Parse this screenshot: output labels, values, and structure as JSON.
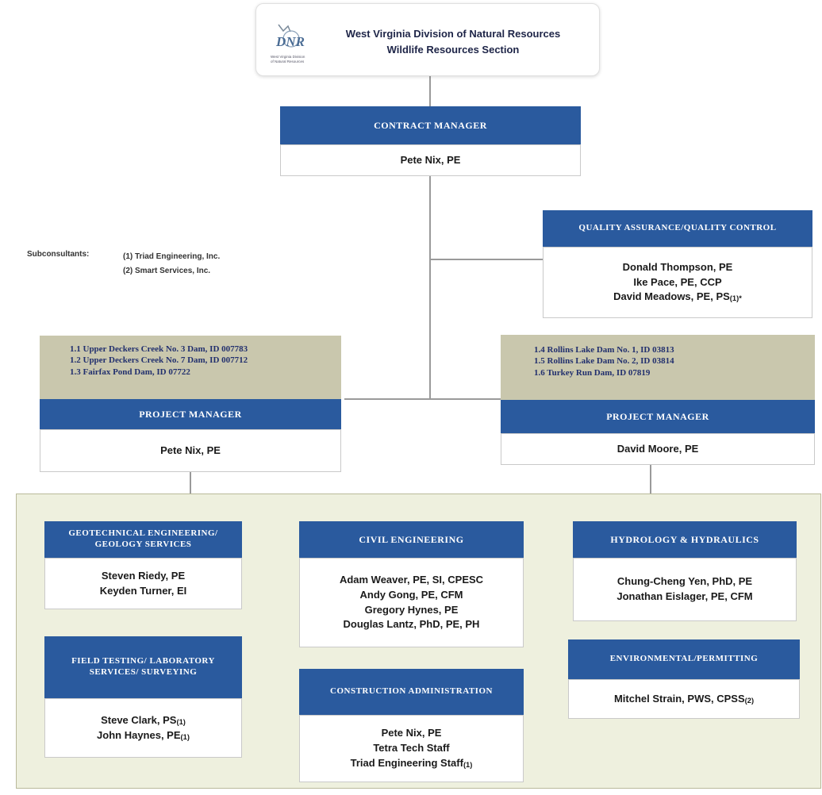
{
  "header": {
    "logo_text": "DNR",
    "logo_caption": "West Virginia Division of Natural Resources",
    "line1": "West Virginia Division of Natural Resources",
    "line2": "Wildlife Resources Section"
  },
  "contract_manager": {
    "title": "CONTRACT MANAGER",
    "people": [
      "Pete Nix, PE"
    ]
  },
  "qa_qc": {
    "title": "QUALITY ASSURANCE/QUALITY CONTROL",
    "people": [
      "Donald Thompson, PE",
      "Ike Pace, PE, CCP",
      "David Meadows, PE, PS"
    ],
    "people_note": {
      "2": "(1)*"
    }
  },
  "subconsultants": {
    "label": "Subconsultants:",
    "items": [
      "(1) Triad Engineering, Inc.",
      "(2) Smart Services, Inc."
    ]
  },
  "project_left": {
    "dams": [
      "1.1 Upper Deckers Creek No. 3 Dam, ID 007783",
      "1.2 Upper Deckers Creek No. 7 Dam, ID 007712",
      "1.3 Fairfax Pond Dam, ID 07722"
    ],
    "title": "PROJECT MANAGER",
    "people": [
      "Pete Nix, PE"
    ]
  },
  "project_right": {
    "dams": [
      "1.4 Rollins Lake Dam No. 1, ID 03813",
      "1.5 Rollins Lake Dam No. 2, ID 03814",
      "1.6 Turkey Run Dam, ID 07819"
    ],
    "title": "PROJECT MANAGER",
    "people": [
      "David Moore, PE"
    ]
  },
  "teams": {
    "geotech": {
      "title": "GEOTECHNICAL ENGINEERING/ GEOLOGY SERVICES",
      "people": [
        "Steven Riedy, PE",
        "Keyden Turner, EI"
      ]
    },
    "civil": {
      "title": "CIVIL ENGINEERING",
      "people": [
        "Adam Weaver, PE, SI, CPESC",
        "Andy Gong, PE, CFM",
        "Gregory Hynes, PE",
        "Douglas Lantz, PhD, PE, PH"
      ]
    },
    "hydro": {
      "title": "HYDROLOGY & HYDRAULICS",
      "people": [
        "Chung-Cheng Yen, PhD, PE",
        "Jonathan Eislager, PE, CFM"
      ]
    },
    "field": {
      "title": "FIELD TESTING/ LABORATORY SERVICES/ SURVEYING",
      "people": [
        "Steve Clark, PS",
        "John Haynes, PE"
      ],
      "notes": [
        "(1)",
        "(1)"
      ]
    },
    "construction": {
      "title": "CONSTRUCTION ADMINISTRATION",
      "people": [
        "Pete Nix, PE",
        "Tetra Tech Staff",
        "Triad Engineering Staff"
      ],
      "notes": [
        "",
        "",
        "(1)"
      ]
    },
    "environmental": {
      "title": "ENVIRONMENTAL/PERMITTING",
      "people": [
        "Mitchel Strain, PWS, CPSS"
      ],
      "notes": [
        "(2)"
      ]
    }
  },
  "colors": {
    "header_blue": "#2a5a9e",
    "dam_panel": "#c9c7ad",
    "team_panel": "#eef0de"
  }
}
